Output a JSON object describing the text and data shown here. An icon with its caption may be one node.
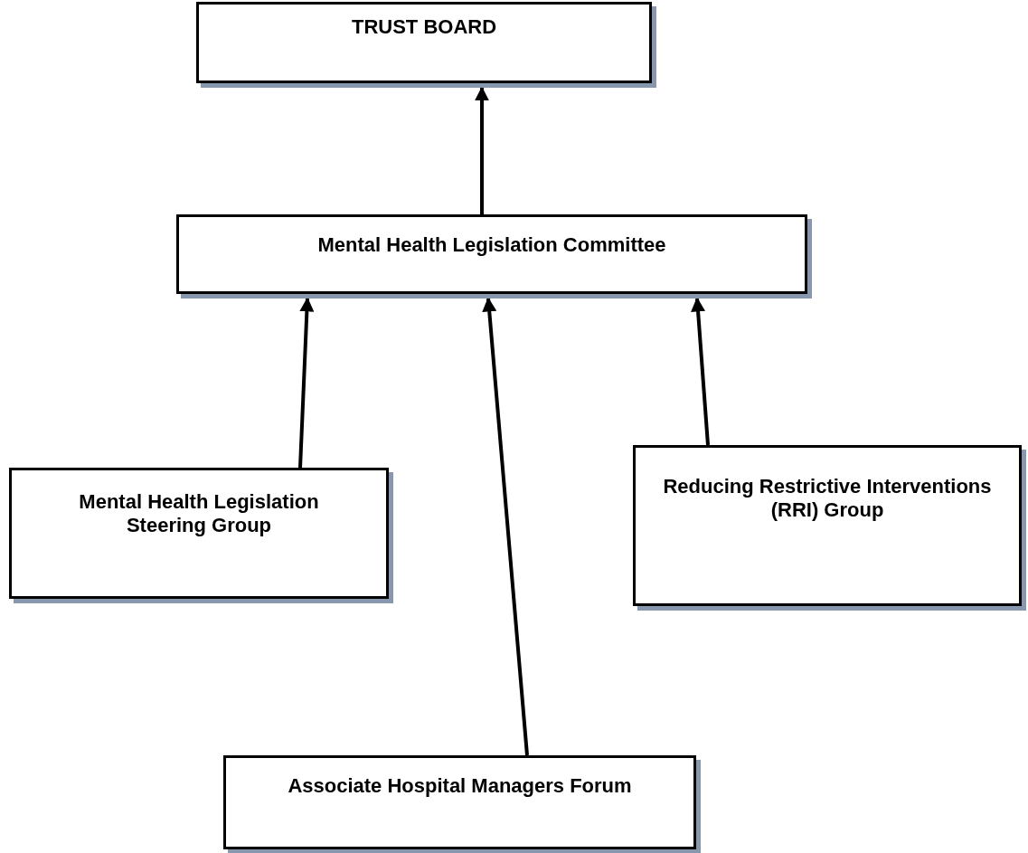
{
  "diagram": {
    "nodes": [
      {
        "text": [
          "TRUST BOARD"
        ]
      },
      {
        "text": [
          "Mental Health Legislation Committee"
        ]
      },
      {
        "text": [
          "Mental Health Legislation Steering Group"
        ]
      },
      {
        "text": [
          "Reducing Restrictive Interventions (RRI) Group"
        ]
      },
      {
        "text": [
          "Associate Hospital Managers Forum"
        ]
      }
    ],
    "edges": [
      {
        "from": 1,
        "to": 0,
        "arrow": "to"
      },
      {
        "from": 2,
        "to": 1,
        "arrow": "to"
      },
      {
        "from": 4,
        "to": 1,
        "arrow": "to"
      },
      {
        "from": 3,
        "to": 1,
        "arrow": "to"
      }
    ]
  }
}
